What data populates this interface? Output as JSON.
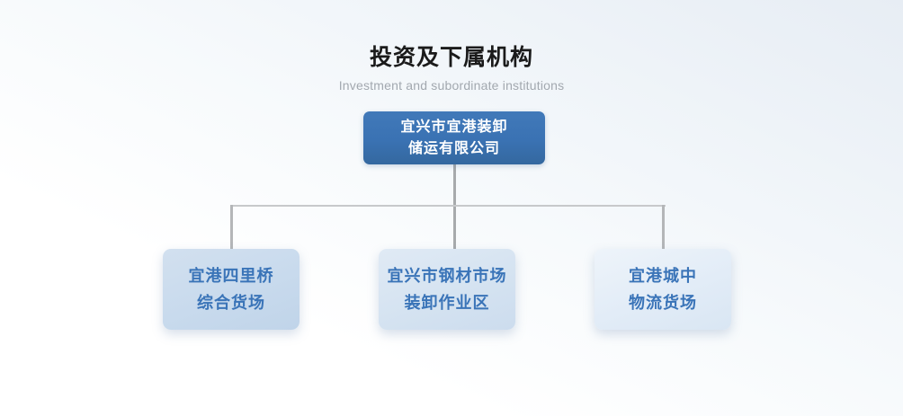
{
  "header": {
    "title": "投资及下属机构",
    "subtitle": "Investment and subordinate institutions"
  },
  "org_chart": {
    "root": {
      "name_line1": "宜兴市宜港装卸",
      "name_line2": "储运有限公司"
    },
    "children": [
      {
        "name_line1": "宜港四里桥",
        "name_line2": "综合货场"
      },
      {
        "name_line1": "宜兴市钢材市场",
        "name_line2": "装卸作业区"
      },
      {
        "name_line1": "宜港城中",
        "name_line2": "物流货场"
      }
    ]
  },
  "colors": {
    "title_text": "#1b1b1b",
    "subtitle_text": "#a2a8af",
    "root_box_bg": "#3a72b3",
    "root_box_text": "#ffffff",
    "child_box_text": "#3a74b8",
    "child_box_bg_1": "#c8daed",
    "child_box_bg_2": "#d5e3f1",
    "child_box_bg_3": "#e2ecf7",
    "connector": "#c7c9cb"
  }
}
